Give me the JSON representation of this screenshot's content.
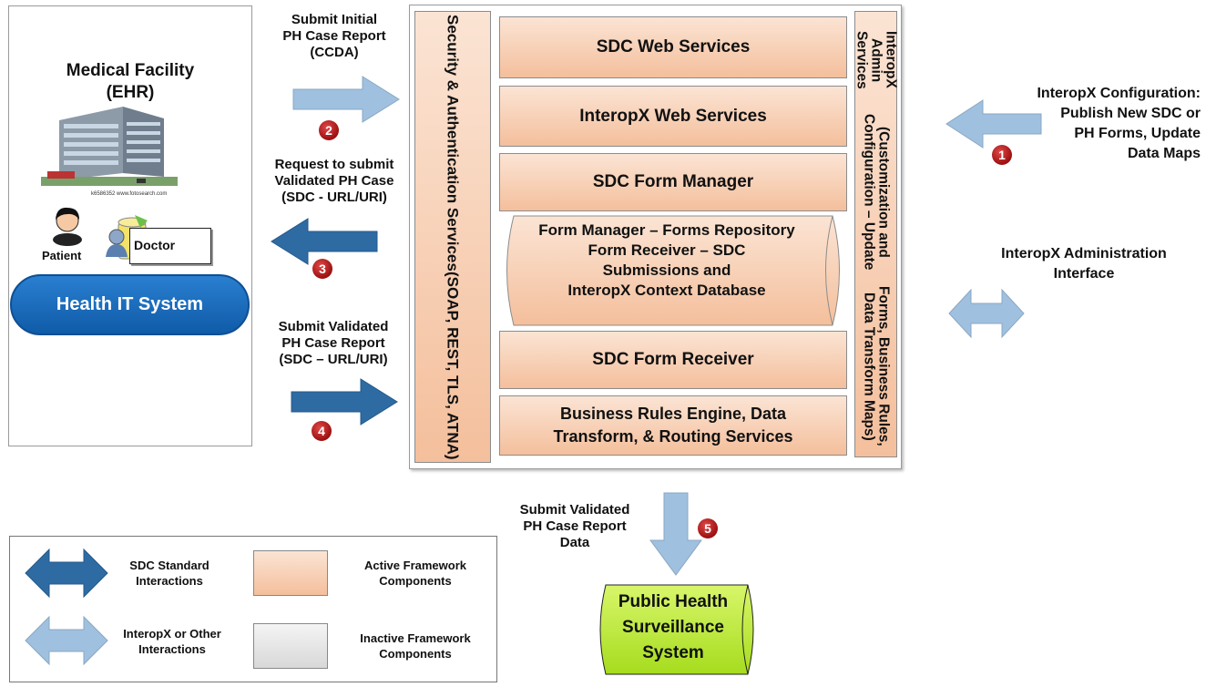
{
  "facility": {
    "title_line1": "Medical Facility",
    "title_line2": "(EHR)",
    "photo_caption": "k6586352 www.fotosearch.com",
    "patient_label": "Patient",
    "doctor_label": "Doctor",
    "health_it": "Health IT System"
  },
  "steps": {
    "s1": {
      "number": "1",
      "lines": [
        "InteropX Configuration:",
        "Publish New SDC or",
        "PH Forms, Update",
        "Data Maps"
      ]
    },
    "s2": {
      "number": "2",
      "lines": [
        "Submit Initial",
        "PH Case Report",
        "(CCDA)"
      ]
    },
    "s3": {
      "number": "3",
      "lines": [
        "Request to submit",
        "Validated PH Case",
        "(SDC - URL/URI)"
      ]
    },
    "s4": {
      "number": "4",
      "lines": [
        "Submit Validated",
        "PH Case Report",
        "(SDC – URL/URI)"
      ]
    },
    "s5": {
      "number": "5",
      "lines": [
        "Submit Validated",
        "PH Case Report",
        "Data"
      ]
    }
  },
  "admin_interface": [
    "InteropX Administration",
    "Interface"
  ],
  "framework": {
    "security_lines": [
      "Security & Authentication Services",
      "(SOAP, REST, TLS, ATNA)"
    ],
    "admin_lines": [
      "InteropX Admin Services",
      "(Customization and Configuration – Update",
      "Forms, Business Rules, Data Transform Maps)"
    ],
    "sdc_web_services": "SDC Web Services",
    "interopx_web_services": "InteropX Web Services",
    "sdc_form_manager": "SDC Form Manager",
    "database_lines": [
      "Form Manager – Forms Repository",
      "Form Receiver – SDC",
      "Submissions and",
      "InteropX Context Database"
    ],
    "sdc_form_receiver": "SDC Form Receiver",
    "business_rules_lines": [
      "Business Rules Engine, Data",
      "Transform, & Routing Services"
    ]
  },
  "public_health": [
    "Public Health",
    "Surveillance",
    "System"
  ],
  "legend": {
    "sdc_standard": [
      "SDC Standard",
      "Interactions"
    ],
    "interopx_other": [
      "InteropX or Other",
      "Interactions"
    ],
    "active": [
      "Active Framework",
      "Components"
    ],
    "inactive": [
      "Inactive Framework",
      "Components"
    ]
  },
  "colors": {
    "dark_arrow": "#2e6ba3",
    "light_arrow": "#9fc0de",
    "peach": "#f4bf9c",
    "health_it": "#1565b8",
    "public_health": "#b8e832",
    "badge": "#a01515"
  }
}
